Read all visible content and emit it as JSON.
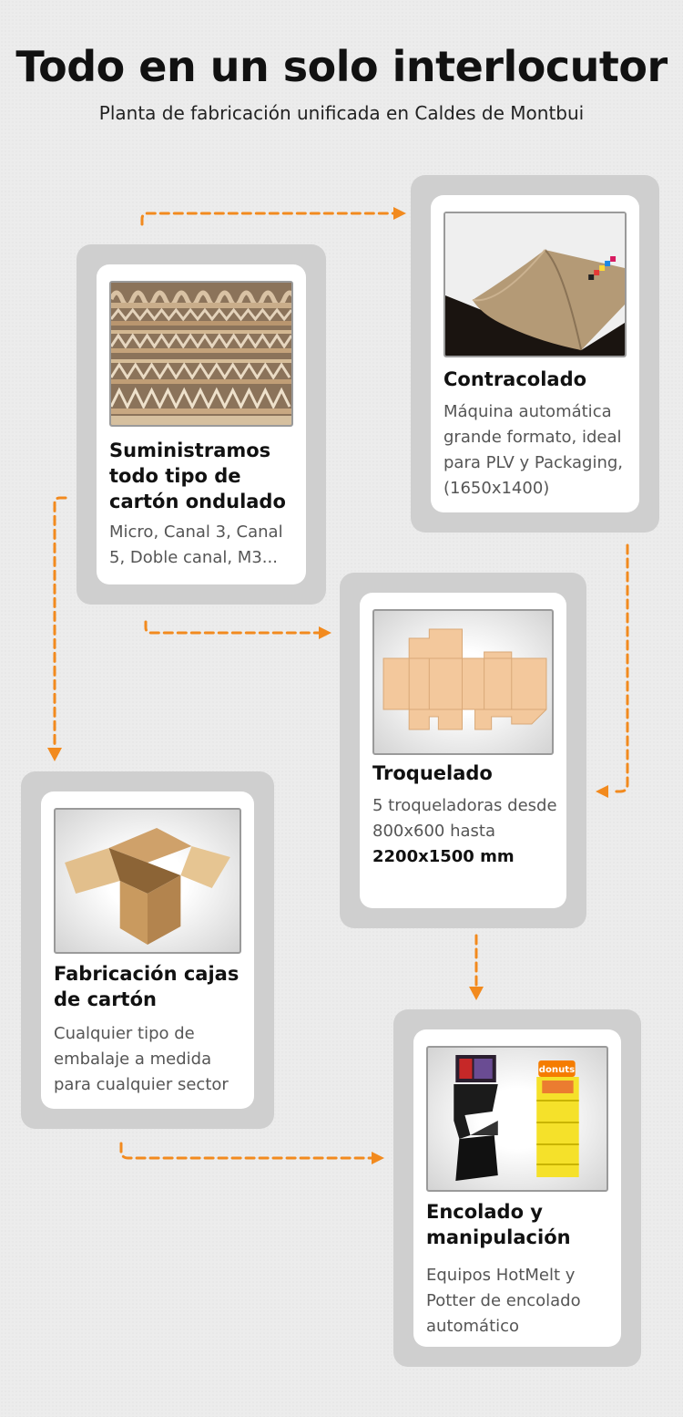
{
  "header": {
    "title": "Todo en un solo interlocutor",
    "subtitle": "Planta de fabricación unificada en Caldes de Montbui"
  },
  "cards": [
    {
      "title": "Suministramos todo tipo de cartón ondulado",
      "description": "Micro, Canal 3, Canal 5, Doble canal, M3...",
      "image": "corrugated-cardboard-stack-image"
    },
    {
      "title": "Contracolado",
      "description": "Máquina automática grande formato, ideal para PLV y Packaging, (1650x1400)",
      "image": "laminated-sheet-image"
    },
    {
      "title": "Troquelado",
      "description": "5 troqueladoras desde 800x600 hasta",
      "description_bold": "2200x1500 mm",
      "image": "die-cut-box-template-image"
    },
    {
      "title": "Fabricación cajas de cartón",
      "description": "Cualquier tipo de embalaje a medida para cualquier sector",
      "image": "open-cardboard-box-image"
    },
    {
      "title": "Encolado y manipulación",
      "description": "Equipos HotMelt y Potter de encolado automático",
      "image": "display-stands-image",
      "image_texts": [
        "donuts"
      ]
    }
  ],
  "colors": {
    "accent": "#f28a1e",
    "frame": "#cfcfcf",
    "card": "#ffffff",
    "background": "#ececec"
  }
}
